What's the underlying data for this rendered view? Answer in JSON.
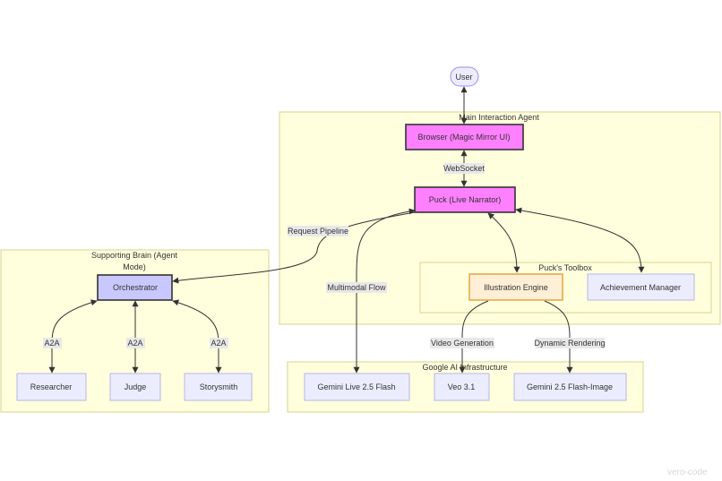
{
  "clusters": {
    "main": "Main Interaction Agent",
    "brain_line1": "Supporting Brain (Agent",
    "brain_line2": "Mode)",
    "toolbox": "Puck's Toolbox",
    "google": "Google AI Infrastructure"
  },
  "nodes": {
    "user": "User",
    "browser": "Browser (Magic Mirror UI)",
    "puck": "Puck (Live Narrator)",
    "illustration": "Illustration Engine",
    "achievement": "Achievement Manager",
    "orchestrator": "Orchestrator",
    "researcher": "Researcher",
    "judge": "Judge",
    "storysmith": "Storysmith",
    "gemini_live": "Gemini Live 2.5 Flash",
    "veo": "Veo 3.1",
    "gemini_image": "Gemini 2.5 Flash-Image"
  },
  "edges": {
    "websocket": "WebSocket",
    "request_pipeline": "Request Pipeline",
    "multimodal": "Multimodal Flow",
    "a2a_1": "A2A",
    "a2a_2": "A2A",
    "a2a_3": "A2A",
    "video_generation": "Video Generation",
    "dynamic_rendering": "Dynamic Rendering"
  },
  "watermark": "vero-code",
  "colors": {
    "cluster_fill": "#ffffde",
    "node_default": "#ececff",
    "node_highlight": "#ff80ff",
    "node_orchestrator": "#c8c8ff",
    "node_engine": "#ffefd6"
  }
}
